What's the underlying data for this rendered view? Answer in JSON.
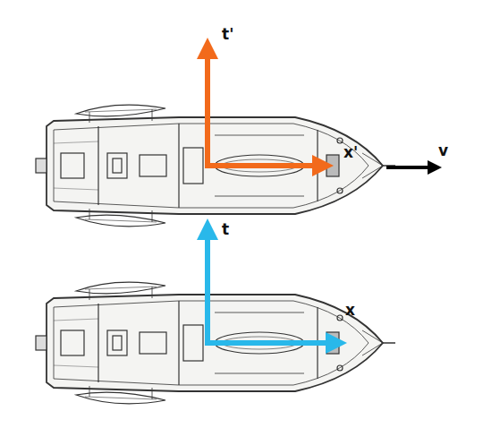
{
  "diagram": {
    "labels": [
      "t'",
      "x'",
      "v",
      "t",
      "x"
    ]
  }
}
